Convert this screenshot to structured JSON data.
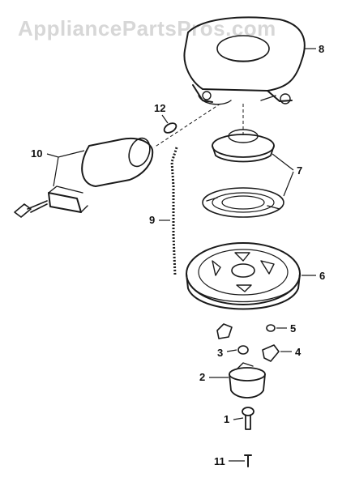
{
  "watermark": "AppliancePartsPros.com",
  "callouts": {
    "c1": "1",
    "c2": "2",
    "c3": "3",
    "c4": "4",
    "c5": "5",
    "c6": "6",
    "c7": "7",
    "c8": "8",
    "c9": "9",
    "c10": "10",
    "c11": "11",
    "c12": "12"
  },
  "colors": {
    "ink": "#1a1a1a",
    "watermark": "#d7d7d7",
    "background": "#ffffff"
  }
}
